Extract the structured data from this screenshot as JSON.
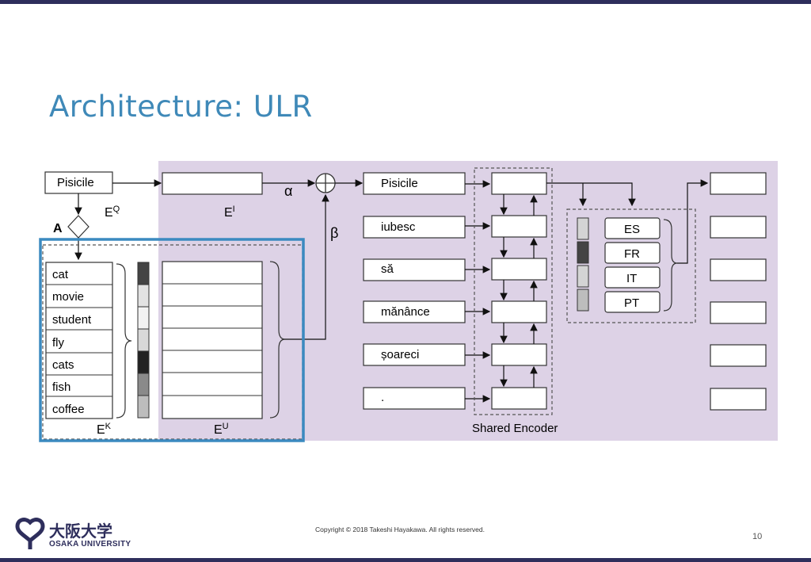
{
  "slide": {
    "title": "Architecture: ULR",
    "copyright": "Copyright © 2018 Takeshi Hayakawa. All rights reserved.",
    "page_number": "10"
  },
  "logo": {
    "jp": "大阪大学",
    "en": "OSAKA UNIVERSITY"
  },
  "diagram": {
    "input_word": "Pisicile",
    "label_A": "A",
    "label_EQ": "E",
    "label_EQ_sup": "Q",
    "label_EI": "E",
    "label_EI_sup": "I",
    "label_EK": "E",
    "label_EK_sup": "K",
    "label_EU": "E",
    "label_EU_sup": "U",
    "label_alpha": "α",
    "label_beta": "β",
    "vocab_words": [
      "cat",
      "movie",
      "student",
      "fly",
      "cats",
      "fish",
      "coffee"
    ],
    "sentence_words": [
      "Pisicile",
      "iubesc",
      "să",
      "mănânce",
      "șoareci",
      "."
    ],
    "shared_encoder_label": "Shared Encoder",
    "languages": [
      "ES",
      "FR",
      "IT",
      "PT"
    ],
    "colors": {
      "background_panel": "#ddd2e6",
      "highlight": "#3b8ac0",
      "title": "#3f89b8",
      "university": "#2e2e5c"
    }
  }
}
